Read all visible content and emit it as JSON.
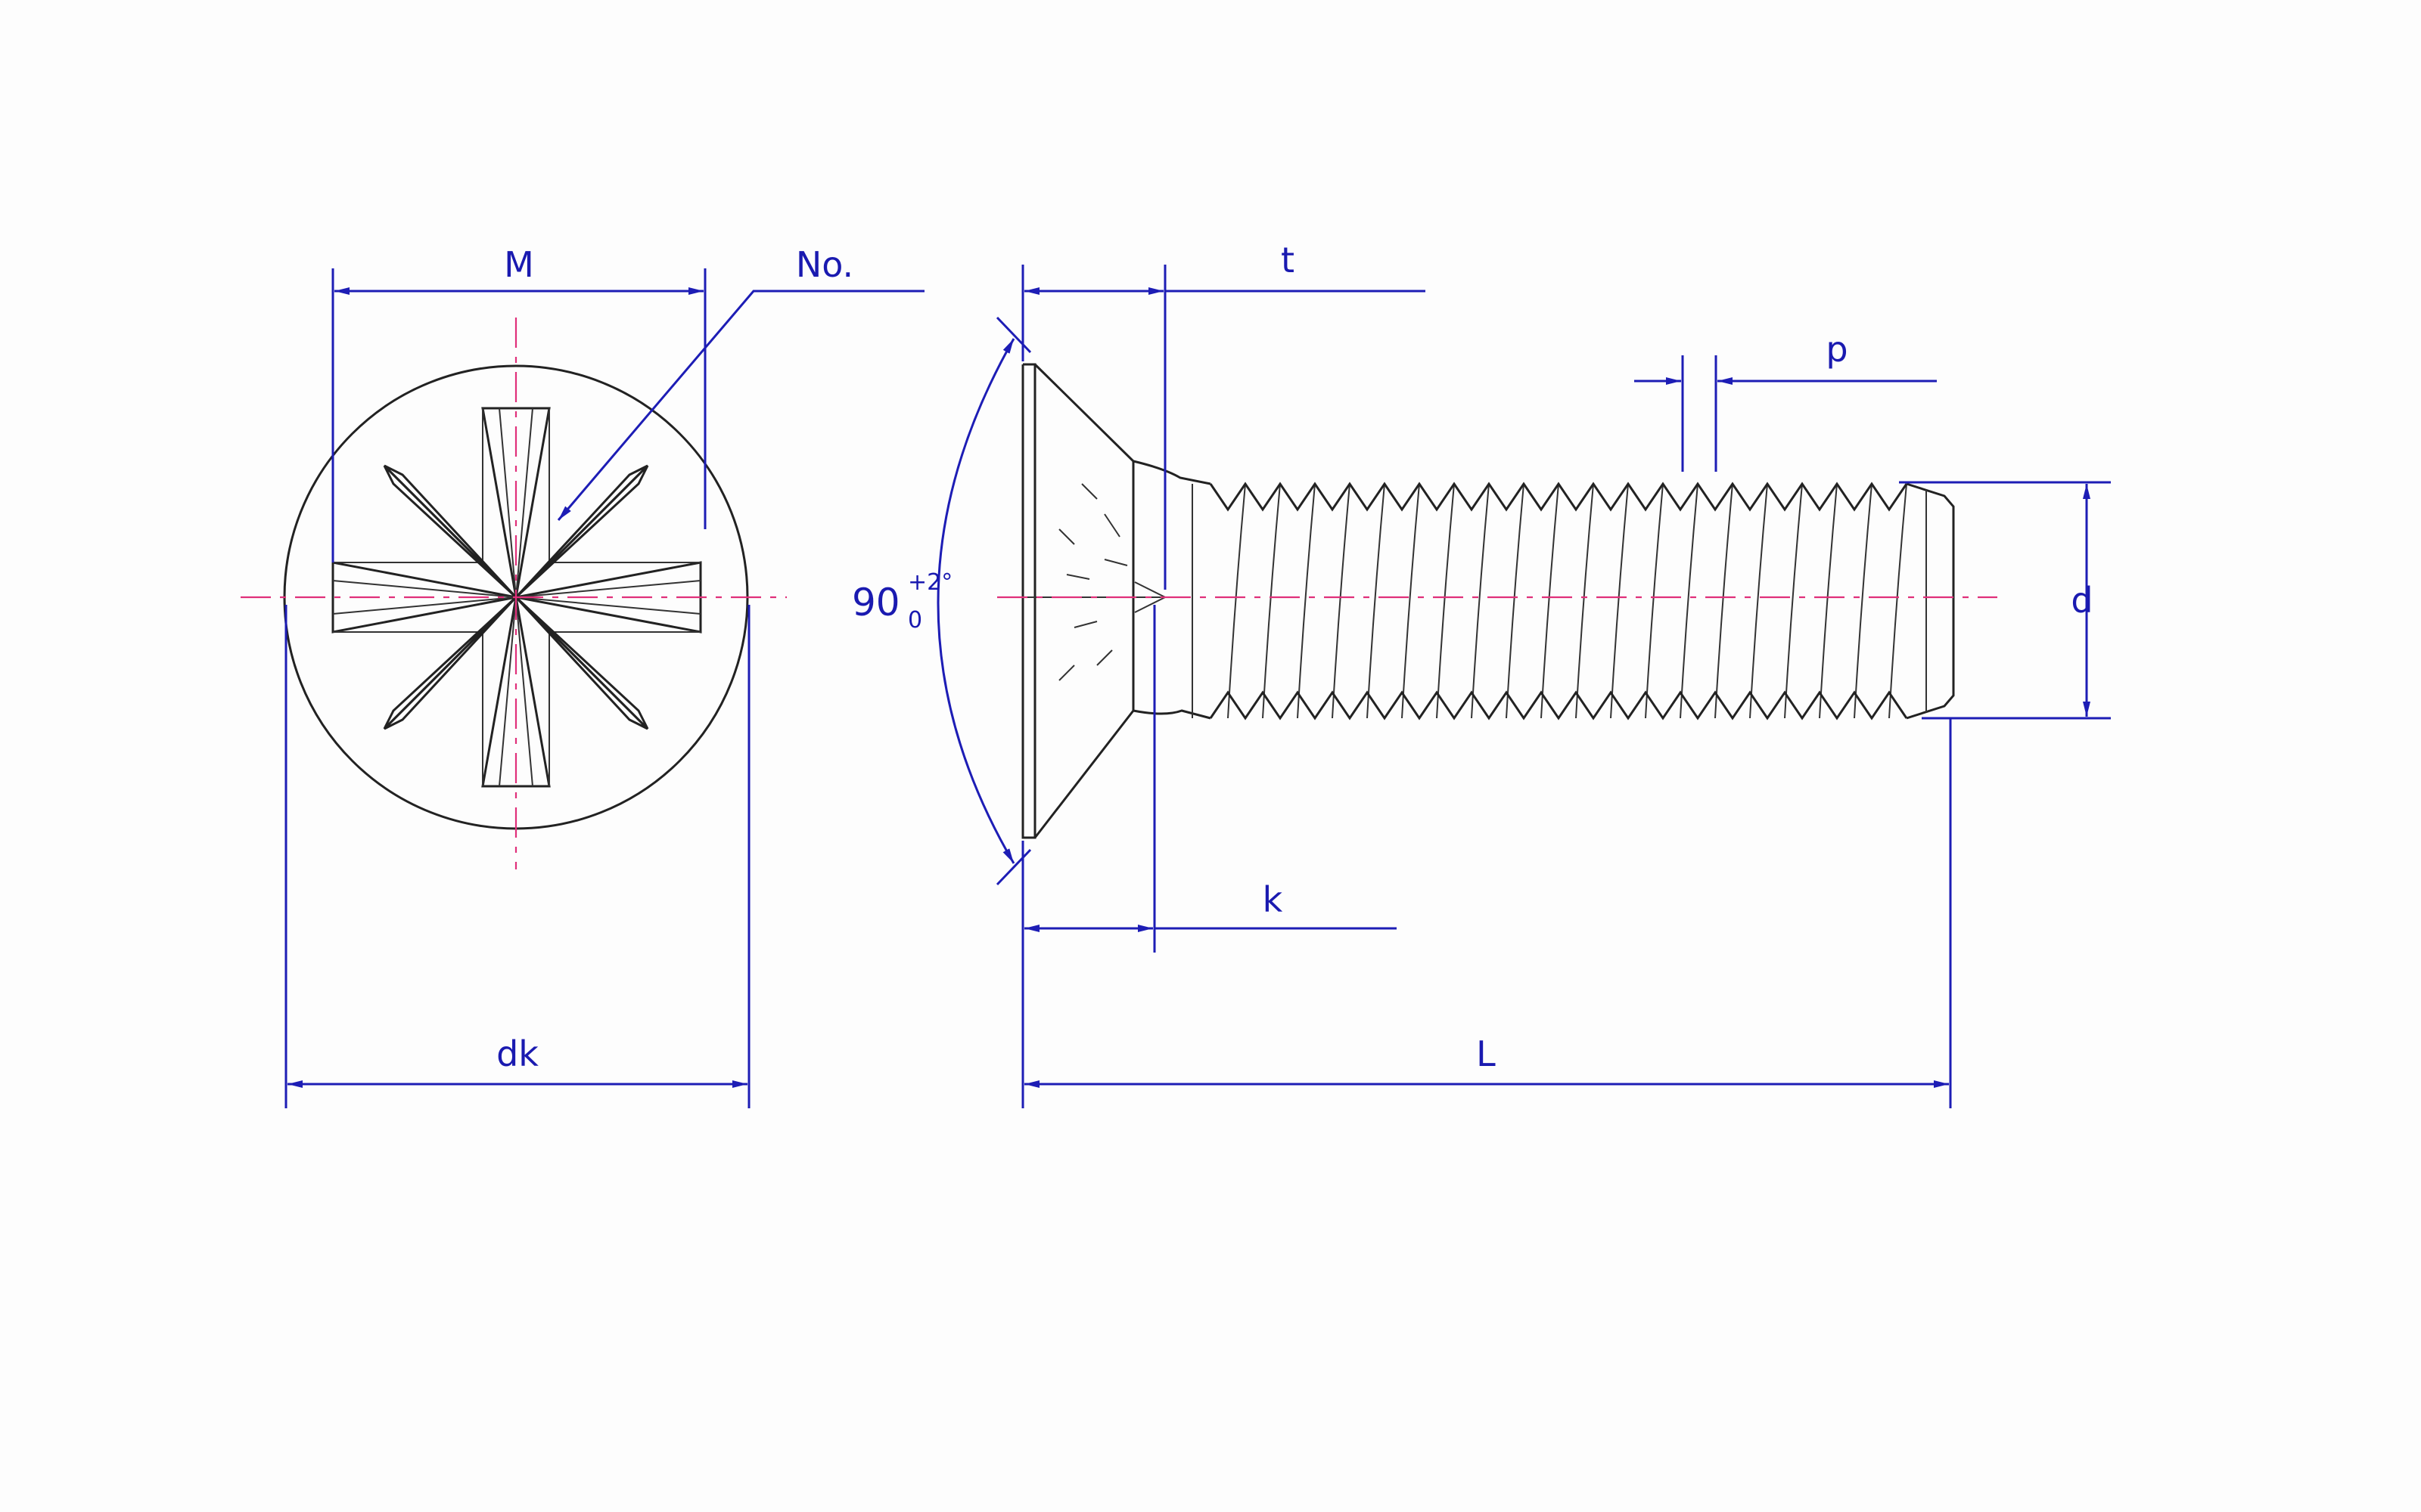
{
  "labels": {
    "M": "M",
    "No": "No.",
    "dk": "dk",
    "t": "t",
    "p": "p",
    "d": "d",
    "k": "k",
    "L": "L",
    "angle": "90",
    "angle_tol_upper": "+2°",
    "angle_tol_lower": "0"
  },
  "colors": {
    "dimension": "#1d1db5",
    "centerline": "#e0307a",
    "outline": "#222222",
    "background": "#fdfdfd"
  }
}
